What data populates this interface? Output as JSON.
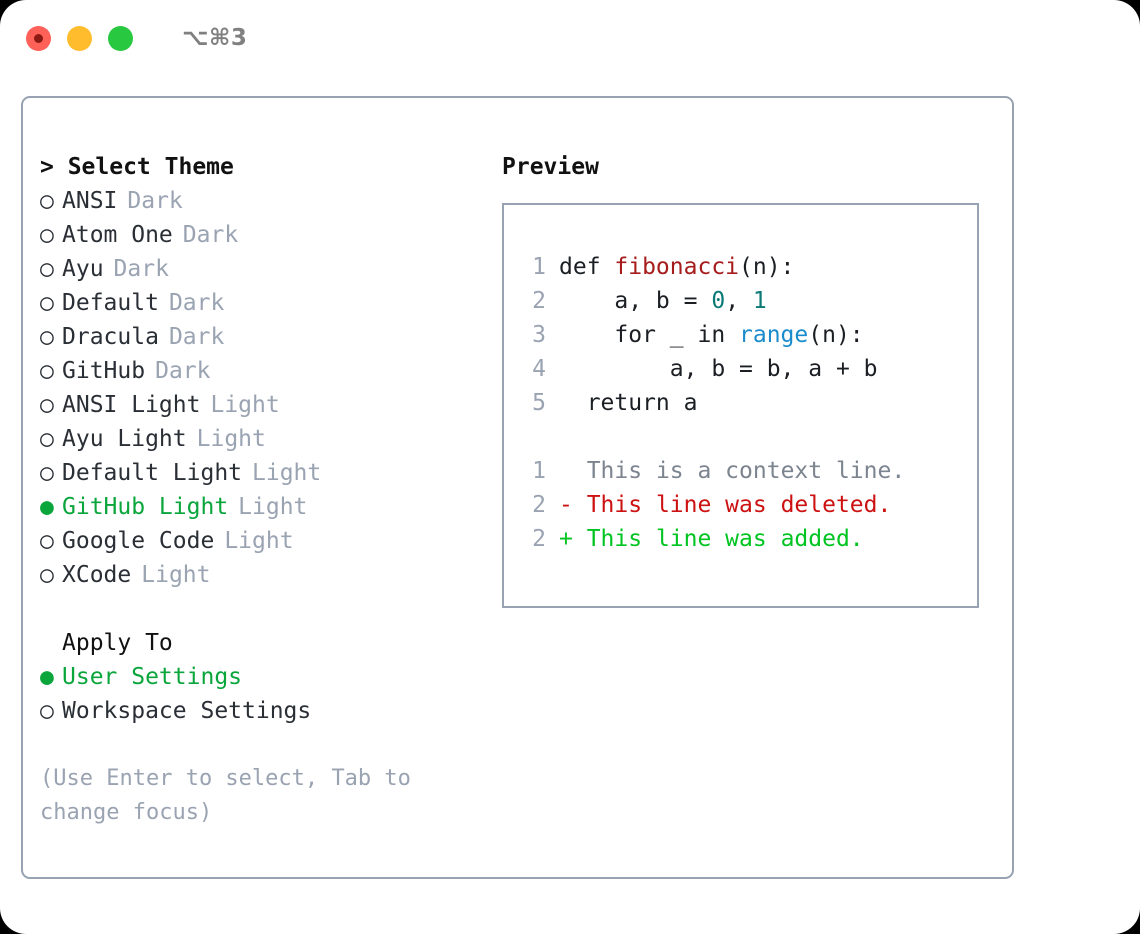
{
  "titlebar": {
    "shortcut": "⌥⌘3",
    "buttons": [
      "close",
      "minimize",
      "zoom"
    ]
  },
  "theme_section": {
    "header": "> Select Theme",
    "items": [
      {
        "name": "ANSI",
        "variant": "Dark",
        "selected": false,
        "marker": "○"
      },
      {
        "name": "Atom One",
        "variant": "Dark",
        "selected": false,
        "marker": "○"
      },
      {
        "name": "Ayu",
        "variant": "Dark",
        "selected": false,
        "marker": "○"
      },
      {
        "name": "Default",
        "variant": "Dark",
        "selected": false,
        "marker": "○"
      },
      {
        "name": "Dracula",
        "variant": "Dark",
        "selected": false,
        "marker": "○"
      },
      {
        "name": "GitHub",
        "variant": "Dark",
        "selected": false,
        "marker": "○"
      },
      {
        "name": "ANSI Light",
        "variant": "Light",
        "selected": false,
        "marker": "○"
      },
      {
        "name": "Ayu Light",
        "variant": "Light",
        "selected": false,
        "marker": "○"
      },
      {
        "name": "Default Light",
        "variant": "Light",
        "selected": false,
        "marker": "○"
      },
      {
        "name": "GitHub Light",
        "variant": "Light",
        "selected": true,
        "marker": "●"
      },
      {
        "name": "Google Code",
        "variant": "Light",
        "selected": false,
        "marker": "○"
      },
      {
        "name": "XCode",
        "variant": "Light",
        "selected": false,
        "marker": "○"
      }
    ]
  },
  "apply_section": {
    "header": "Apply To",
    "items": [
      {
        "name": "User Settings",
        "selected": true,
        "marker": "●"
      },
      {
        "name": "Workspace Settings",
        "selected": false,
        "marker": "○"
      }
    ]
  },
  "hint": "(Use Enter to select, Tab to change focus)",
  "preview": {
    "header": "Preview",
    "code_lines": [
      {
        "num": "1",
        "tokens": [
          {
            "text": "def ",
            "kind": "plain"
          },
          {
            "text": "fibonacci",
            "kind": "fn"
          },
          {
            "text": "(n):",
            "kind": "plain"
          }
        ]
      },
      {
        "num": "2",
        "tokens": [
          {
            "text": "    a, b = ",
            "kind": "plain"
          },
          {
            "text": "0",
            "kind": "num"
          },
          {
            "text": ", ",
            "kind": "plain"
          },
          {
            "text": "1",
            "kind": "num"
          }
        ]
      },
      {
        "num": "3",
        "tokens": [
          {
            "text": "    for _ in ",
            "kind": "plain"
          },
          {
            "text": "range",
            "kind": "call"
          },
          {
            "text": "(n):",
            "kind": "plain"
          }
        ]
      },
      {
        "num": "4",
        "tokens": [
          {
            "text": "        a, b = b, a + b",
            "kind": "plain"
          }
        ]
      },
      {
        "num": "5",
        "tokens": [
          {
            "text": "  return a",
            "kind": "plain"
          }
        ]
      }
    ],
    "diff_lines": [
      {
        "num": "1",
        "sign": "  ",
        "text": "This is a context line.",
        "kind": "ctx"
      },
      {
        "num": "2",
        "sign": "- ",
        "text": "This line was deleted.",
        "kind": "del"
      },
      {
        "num": "2",
        "sign": "+ ",
        "text": "This line was added.",
        "kind": "add"
      }
    ]
  },
  "colors": {
    "accent_green": "#0aa63c",
    "muted": "#9aa3b2",
    "border": "#97a2b2",
    "diff_delete": "#cc1111",
    "diff_add": "#00c421",
    "token_function": "#a61b1b",
    "token_number": "#0b7a77",
    "token_call": "#1a8ccc"
  }
}
